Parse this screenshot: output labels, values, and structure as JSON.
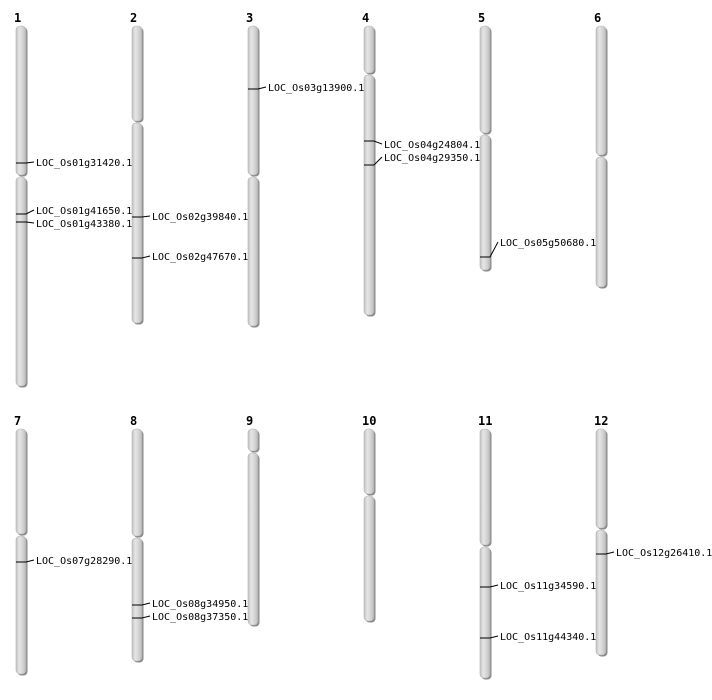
{
  "chromosomes": [
    {
      "number": "1",
      "markers": [
        "LOC_Os01g31420.1",
        "LOC_Os01g41650.1",
        "LOC_Os01g43380.1"
      ]
    },
    {
      "number": "2",
      "markers": [
        "LOC_Os02g39840.1",
        "LOC_Os02g47670.1"
      ]
    },
    {
      "number": "3",
      "markers": [
        "LOC_Os03g13900.1"
      ]
    },
    {
      "number": "4",
      "markers": [
        "LOC_Os04g24804.1",
        "LOC_Os04g29350.1"
      ]
    },
    {
      "number": "5",
      "markers": [
        "LOC_Os05g50680.1"
      ]
    },
    {
      "number": "6",
      "markers": []
    },
    {
      "number": "7",
      "markers": [
        "LOC_Os07g28290.1"
      ]
    },
    {
      "number": "8",
      "markers": [
        "LOC_Os08g34950.1",
        "LOC_Os08g37350.1"
      ]
    },
    {
      "number": "9",
      "markers": []
    },
    {
      "number": "10",
      "markers": []
    },
    {
      "number": "11",
      "markers": [
        "LOC_Os11g34590.1",
        "LOC_Os11g44340.1"
      ]
    },
    {
      "number": "12",
      "markers": [
        "LOC_Os12g26410.1"
      ]
    }
  ],
  "colors": {
    "chromosome_light": "#e4e4e4",
    "chromosome_mid": "#cccccc",
    "chromosome_shadow": "#8a8a8a",
    "marker": "#000000"
  }
}
